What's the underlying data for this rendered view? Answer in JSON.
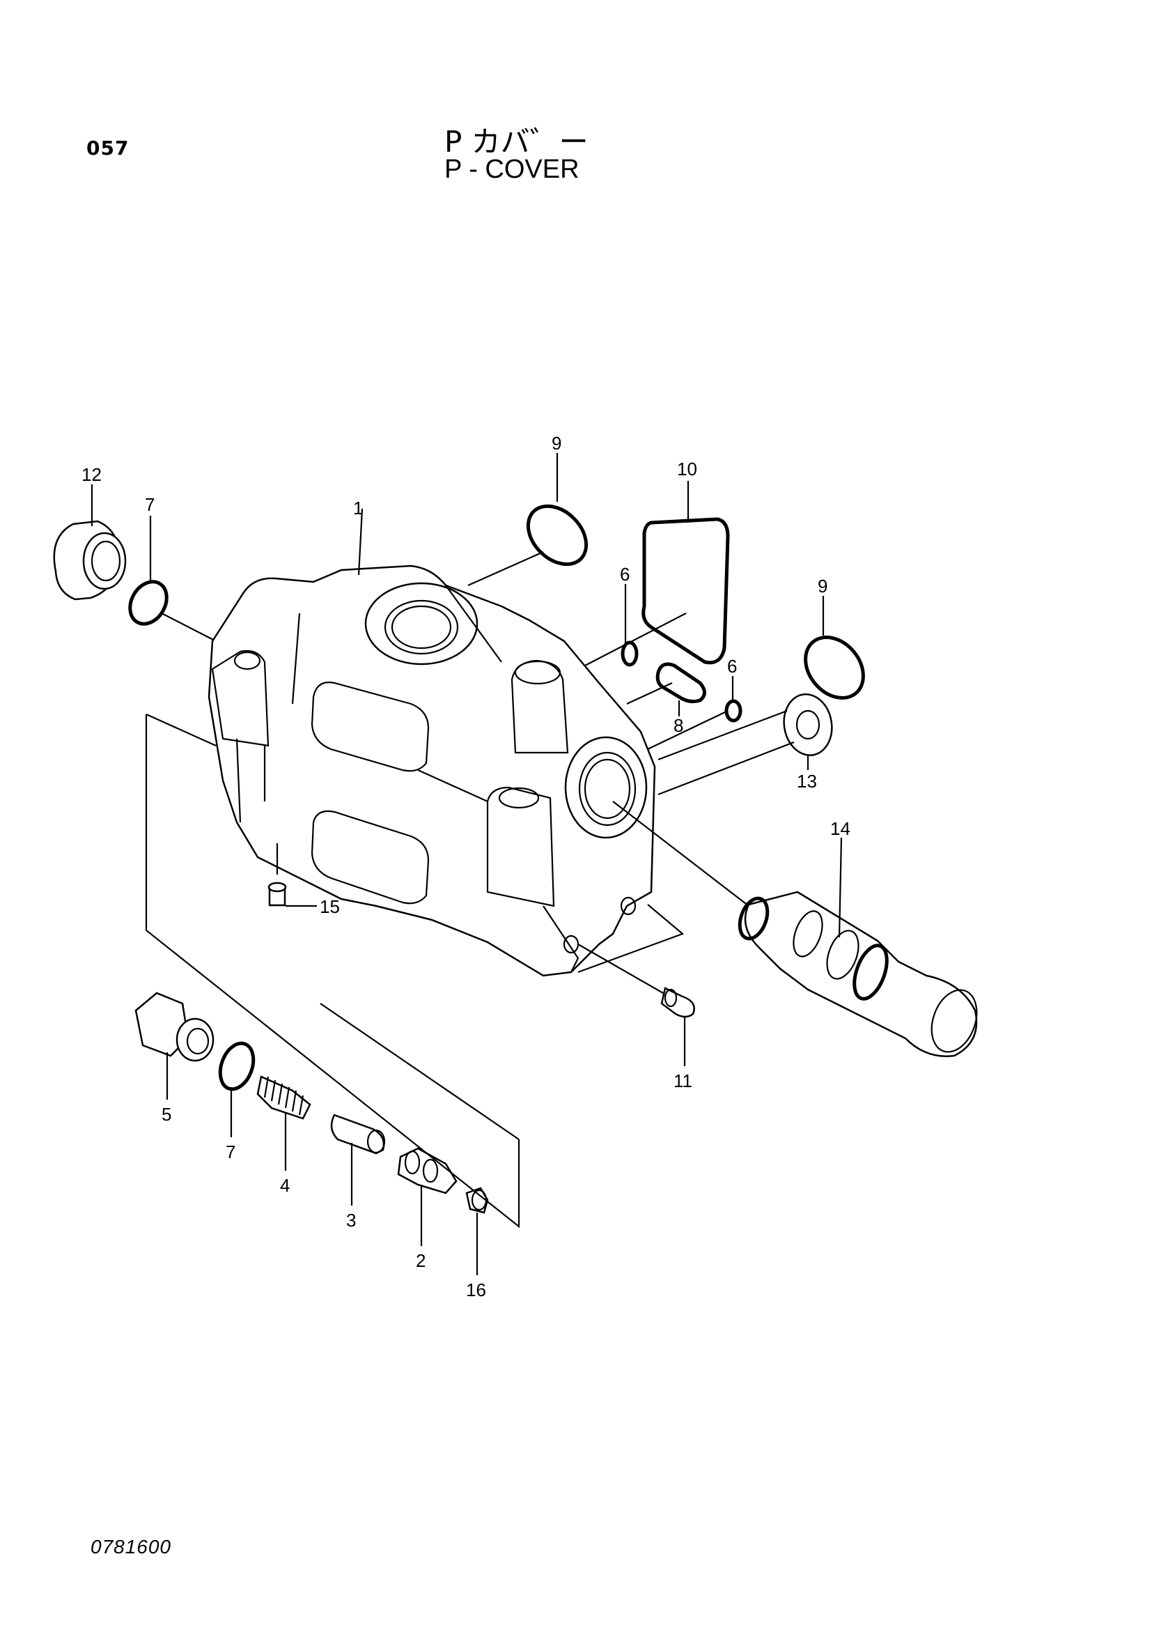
{
  "header": {
    "page_number": "057",
    "title_jp": "P カバ゛ー",
    "title_en": "P - COVER"
  },
  "footer": {
    "drawing_number": "0781600"
  },
  "callouts": {
    "c1": "1",
    "c2": "2",
    "c3": "3",
    "c4": "4",
    "c5": "5",
    "c6a": "6",
    "c6b": "6",
    "c7a": "7",
    "c7b": "7",
    "c8": "8",
    "c9a": "9",
    "c9b": "9",
    "c10": "10",
    "c11": "11",
    "c12": "12",
    "c13": "13",
    "c14": "14",
    "c15": "15",
    "c16": "16"
  }
}
